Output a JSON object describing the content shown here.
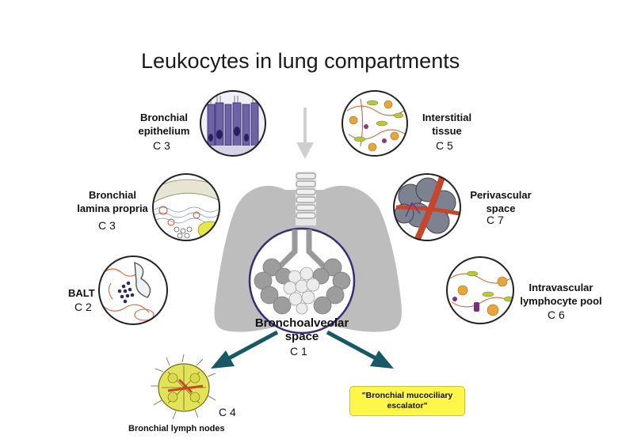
{
  "title": "Leukocytes in lung compartments",
  "compartments": {
    "bronchial_epithelium": {
      "label_line1": "Bronchial",
      "label_line2": "epithelium",
      "code": "C 3"
    },
    "bronchial_lamina_propria": {
      "label_line1": "Bronchial",
      "label_line2": "lamina propria",
      "code": "C 3"
    },
    "balt": {
      "label": "BALT",
      "code": "C 2"
    },
    "interstitial_tissue": {
      "label_line1": "Interstitial",
      "label_line2": "tissue",
      "code": "C 5"
    },
    "perivascular_space": {
      "label_line1": "Perivascular",
      "label_line2": "space",
      "code": "C 7"
    },
    "intravascular_pool": {
      "label_line1": "Intravascular",
      "label_line2": "lymphocyte pool",
      "code": "C 6"
    },
    "bronchoalveolar_space": {
      "label_line1": "Bronchoalveolar",
      "label_line2": "space",
      "code": "C 1"
    },
    "lymph_nodes": {
      "label": "Bronchial lymph nodes",
      "code": "C 4"
    },
    "escalator": {
      "label_line1": "\"Bronchial mucociliary",
      "label_line2": "escalator\""
    }
  },
  "colors": {
    "lung": "#bdbdbd",
    "arrow": "#175a66",
    "top_arrow": "#cfcfcf",
    "circle_ring": "#222222",
    "center_ring": "#3b2a7a",
    "escalator_bg": "#fff64a",
    "lymph_node": "#e3e35a"
  }
}
